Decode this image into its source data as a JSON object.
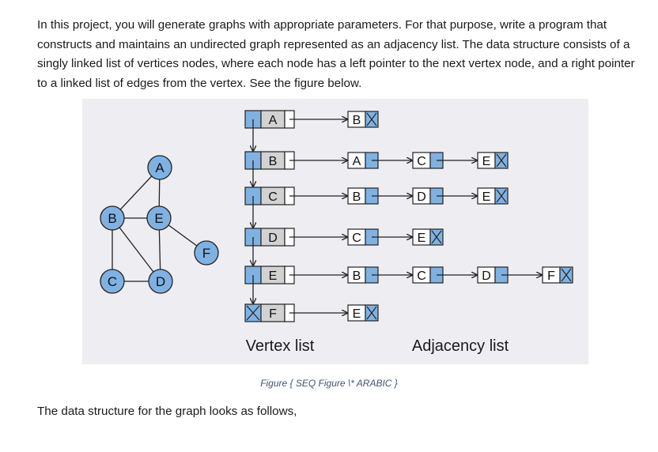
{
  "document": {
    "intro_paragraph": "In this project, you will generate graphs with appropriate parameters. For that purpose, write a program that constructs and maintains an undirected graph represented as an adjacency list. The data structure consists of a singly linked list of vertices nodes, where each node has a left pointer to the next vertex node, and a right pointer to a linked list of edges from the vertex. See the figure below.",
    "figure_caption": "Figure { SEQ Figure \\* ARABIC }",
    "closing_paragraph": "The data structure for the graph looks as follows,"
  },
  "figure": {
    "graph": {
      "vertices": [
        "A",
        "B",
        "C",
        "D",
        "E",
        "F"
      ],
      "edges": [
        [
          "A",
          "B"
        ],
        [
          "A",
          "E"
        ],
        [
          "B",
          "C"
        ],
        [
          "B",
          "E"
        ],
        [
          "B",
          "D"
        ],
        [
          "C",
          "D"
        ],
        [
          "E",
          "D"
        ],
        [
          "E",
          "F"
        ]
      ]
    },
    "vertex_list_label": "Vertex list",
    "adjacency_list_label": "Adjacency list",
    "rows": [
      {
        "vertex": "A",
        "adjacent": [
          "B"
        ]
      },
      {
        "vertex": "B",
        "adjacent": [
          "A",
          "C",
          "E"
        ]
      },
      {
        "vertex": "C",
        "adjacent": [
          "B",
          "D",
          "E"
        ]
      },
      {
        "vertex": "D",
        "adjacent": [
          "C",
          "E"
        ]
      },
      {
        "vertex": "E",
        "adjacent": [
          "B",
          "C",
          "D",
          "F"
        ]
      },
      {
        "vertex": "F",
        "adjacent": [
          "E"
        ]
      }
    ],
    "colors": {
      "pointer_cell": "#7fb2e2",
      "vertex_cell": "#d2d2d2",
      "graph_node": "#7fb2e2",
      "background": "#eeeef2"
    }
  }
}
